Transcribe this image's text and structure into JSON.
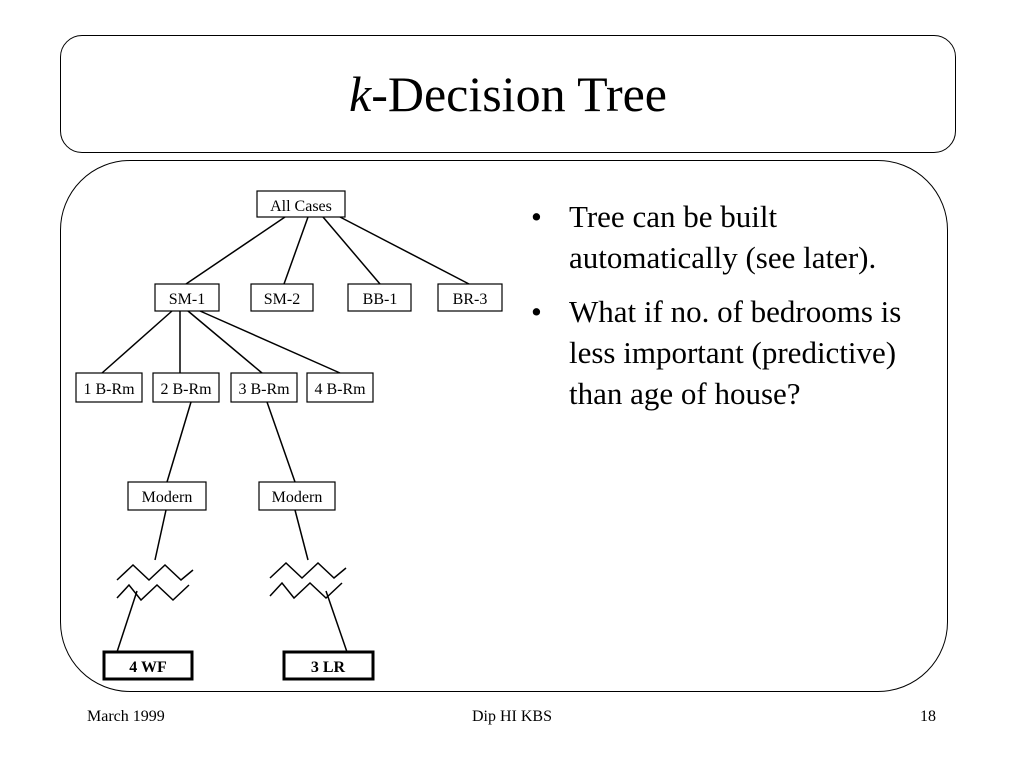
{
  "slide": {
    "title_italic": "k",
    "title_rest": "-Decision Tree",
    "bullets": [
      "Tree can be built automatically (see later).",
      "What if no. of bedrooms is less important (predictive) than age of house?"
    ],
    "bullet_glyph": "•"
  },
  "tree": {
    "root": "All Cases",
    "level1": [
      "SM-1",
      "SM-2",
      "BB-1",
      "BR-3"
    ],
    "level2": [
      "1 B-Rm",
      "2 B-Rm",
      "3 B-Rm",
      "4 B-Rm"
    ],
    "level3": [
      "Modern",
      "Modern"
    ],
    "leaves": [
      "4 WF",
      "3 LR"
    ]
  },
  "footer": {
    "date": "March 1999",
    "course": "Dip HI KBS",
    "page": "18"
  }
}
